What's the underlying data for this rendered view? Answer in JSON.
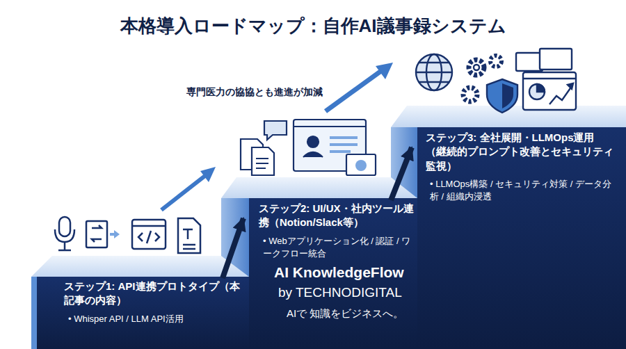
{
  "diagram": {
    "title": "本格導入ロードマップ：自作AI議事録システム",
    "nodes": [
      {
        "text": [
          "ステップ1: API連携プロトタイプ（本記事の内容）",
          "• Whisper API / LLM API活用"
        ]
      },
      {
        "text": [
          "ステップ2: UI/UX・社内ツール連携（Notion/Slack等）",
          "• Webアプリケーション化 / 認証 / ワークフロー統合"
        ]
      },
      {
        "text": [
          "ステップ3: 全社展開・LLMOps運用 （継続的プロンプト改善とセキュリティ監視）",
          "• LLMOps構築 / セキュリティ対策 / データ分析 / 組織内浸透"
        ]
      }
    ],
    "edges": [
      {
        "from": 0,
        "to": 1,
        "arrow": "to"
      },
      {
        "from": 1,
        "to": 2,
        "arrow": "to"
      }
    ],
    "labels": [
      "専門医力の協協とも進進が加減",
      "AI KnowledgeFlow",
      "by TECHNODIGITAL",
      "AIで 知識をビジネスへ。"
    ]
  }
}
